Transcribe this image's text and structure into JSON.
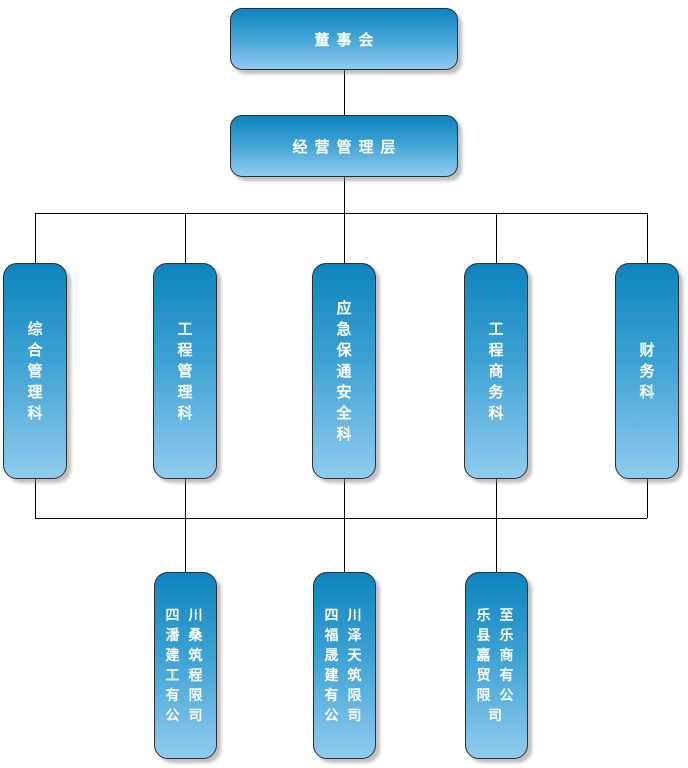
{
  "org_chart": {
    "type": "organization-chart",
    "board": {
      "label": "董事会"
    },
    "management": {
      "label": "经营管理层"
    },
    "departments": [
      {
        "label": "综合管理科"
      },
      {
        "label": "工程管理科"
      },
      {
        "label": "应急保通安全科"
      },
      {
        "label": "工程商务科"
      },
      {
        "label": "财务科"
      }
    ],
    "companies": [
      {
        "label": "四川潘桑建筑工程有限公司"
      },
      {
        "label": "四川福泽晟天建筑有限公司"
      },
      {
        "label": "乐至县乐嘉商贸有限公司"
      }
    ]
  },
  "colors": {
    "node_gradient_top": "#0d84be",
    "node_gradient_middle": "#3da2d3",
    "node_gradient_bottom": "#90cbee",
    "node_border": "#2f2f2f",
    "node_text": "#ffffff",
    "connector_line": "#000000",
    "node_shadow": "#9a9a9a",
    "background": "#ffffff"
  }
}
